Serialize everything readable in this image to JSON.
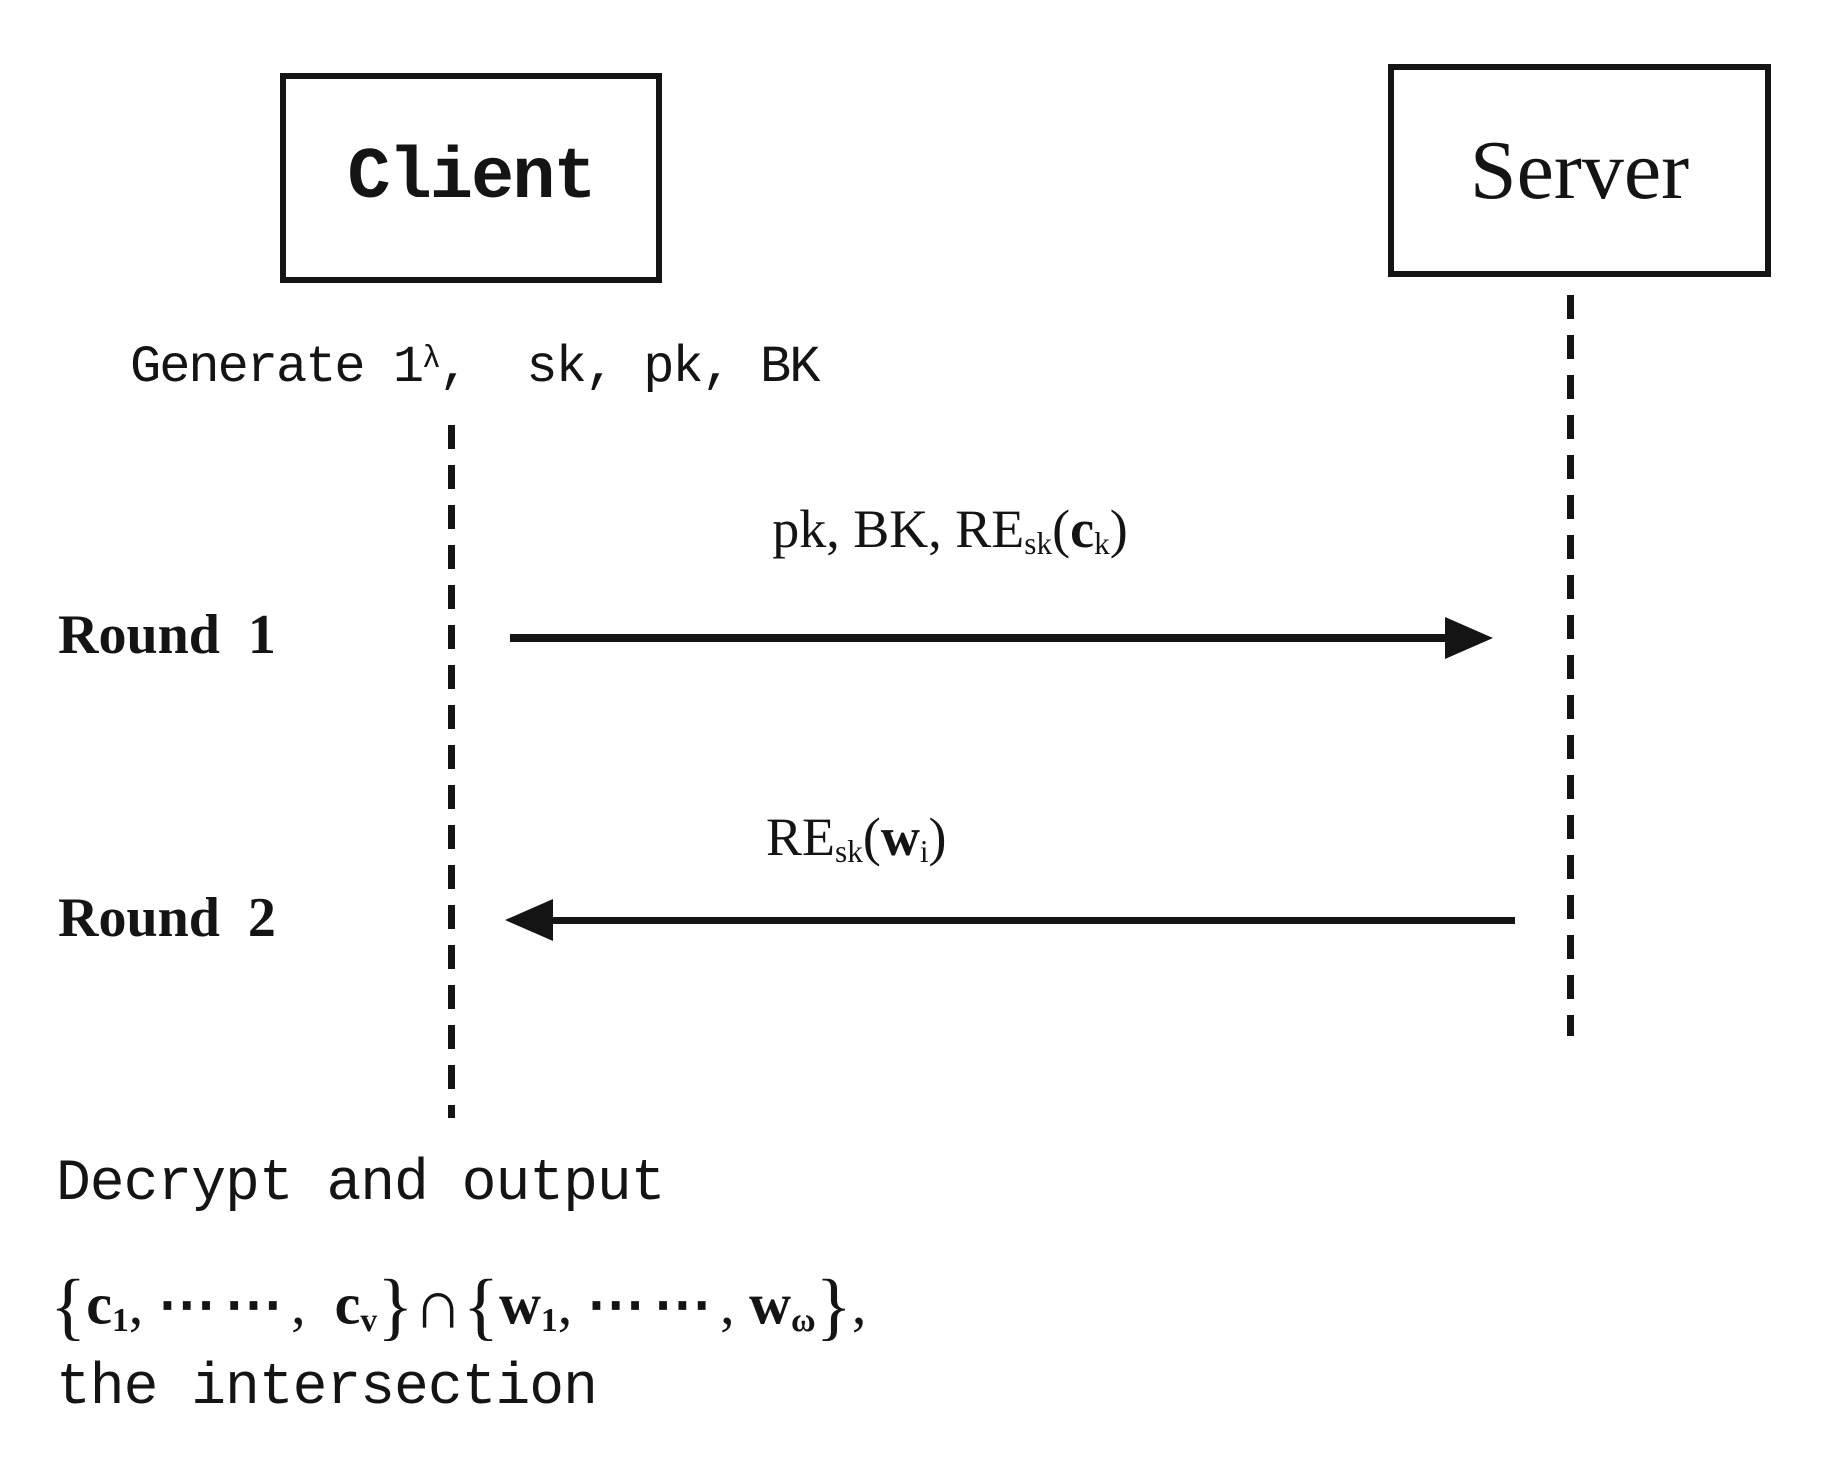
{
  "colors": {
    "ink": "#141414",
    "paper": "#ffffff"
  },
  "actors": {
    "client": {
      "label": "Client"
    },
    "server": {
      "label": "Server"
    }
  },
  "client_note_parts": [
    {
      "t": "Generate 1",
      "s": "n"
    },
    {
      "t": "λ",
      "s": "sup"
    },
    {
      "t": ",  sk, pk, BK",
      "s": "n"
    }
  ],
  "round1": {
    "label": "Round 1",
    "message_parts": [
      {
        "t": "pk, BK, RE",
        "s": "n"
      },
      {
        "t": "sk",
        "s": "sub"
      },
      {
        "t": "(",
        "s": "n"
      },
      {
        "t": "c",
        "s": "b"
      },
      {
        "t": "k",
        "s": "sub"
      },
      {
        "t": ")",
        "s": "n"
      }
    ]
  },
  "round2": {
    "label": "Round 2",
    "message_parts": [
      {
        "t": "RE",
        "s": "n"
      },
      {
        "t": "sk",
        "s": "sub"
      },
      {
        "t": "(",
        "s": "n"
      },
      {
        "t": "w",
        "s": "b"
      },
      {
        "t": "i",
        "s": "sub"
      },
      {
        "t": ")",
        "s": "n"
      }
    ]
  },
  "output": {
    "line1": "Decrypt and output",
    "formula_parts": [
      {
        "t": "{",
        "s": "brace"
      },
      {
        "t": "c",
        "s": "b"
      },
      {
        "t": "1",
        "s": "bsub"
      },
      {
        "t": ", ",
        "s": "n"
      },
      {
        "t": "⋯⋯",
        "s": "dots"
      },
      {
        "t": ",  ",
        "s": "n"
      },
      {
        "t": "c",
        "s": "b"
      },
      {
        "t": "v",
        "s": "bsub"
      },
      {
        "t": "}",
        "s": "brace"
      },
      {
        "t": "∩",
        "s": "cap"
      },
      {
        "t": "{",
        "s": "brace"
      },
      {
        "t": "w",
        "s": "b"
      },
      {
        "t": "1",
        "s": "bsub"
      },
      {
        "t": ", ",
        "s": "n"
      },
      {
        "t": "⋯⋯",
        "s": "dots"
      },
      {
        "t": ", ",
        "s": "n"
      },
      {
        "t": "w",
        "s": "b"
      },
      {
        "t": "ω",
        "s": "bsub"
      },
      {
        "t": "}",
        "s": "brace"
      },
      {
        "t": ",",
        "s": "n"
      }
    ],
    "line3": "the intersection"
  }
}
